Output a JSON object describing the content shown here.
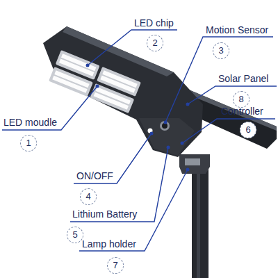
{
  "diagram": {
    "nodes": [
      {
        "text": [
          "2"
        ]
      },
      {
        "text": [
          "3"
        ]
      },
      {
        "text": [
          "8"
        ]
      },
      {
        "text": [
          "6"
        ]
      },
      {
        "text": [
          "1"
        ]
      },
      {
        "text": [
          "4"
        ]
      },
      {
        "text": [
          "5"
        ]
      },
      {
        "text": [
          "7"
        ]
      }
    ],
    "labels": [
      "LED chip",
      "Motion Sensor",
      "Solar Panel",
      "Controller",
      "LED moudle",
      "ON/OFF",
      "Lithium Battery",
      "Lamp holder"
    ]
  }
}
